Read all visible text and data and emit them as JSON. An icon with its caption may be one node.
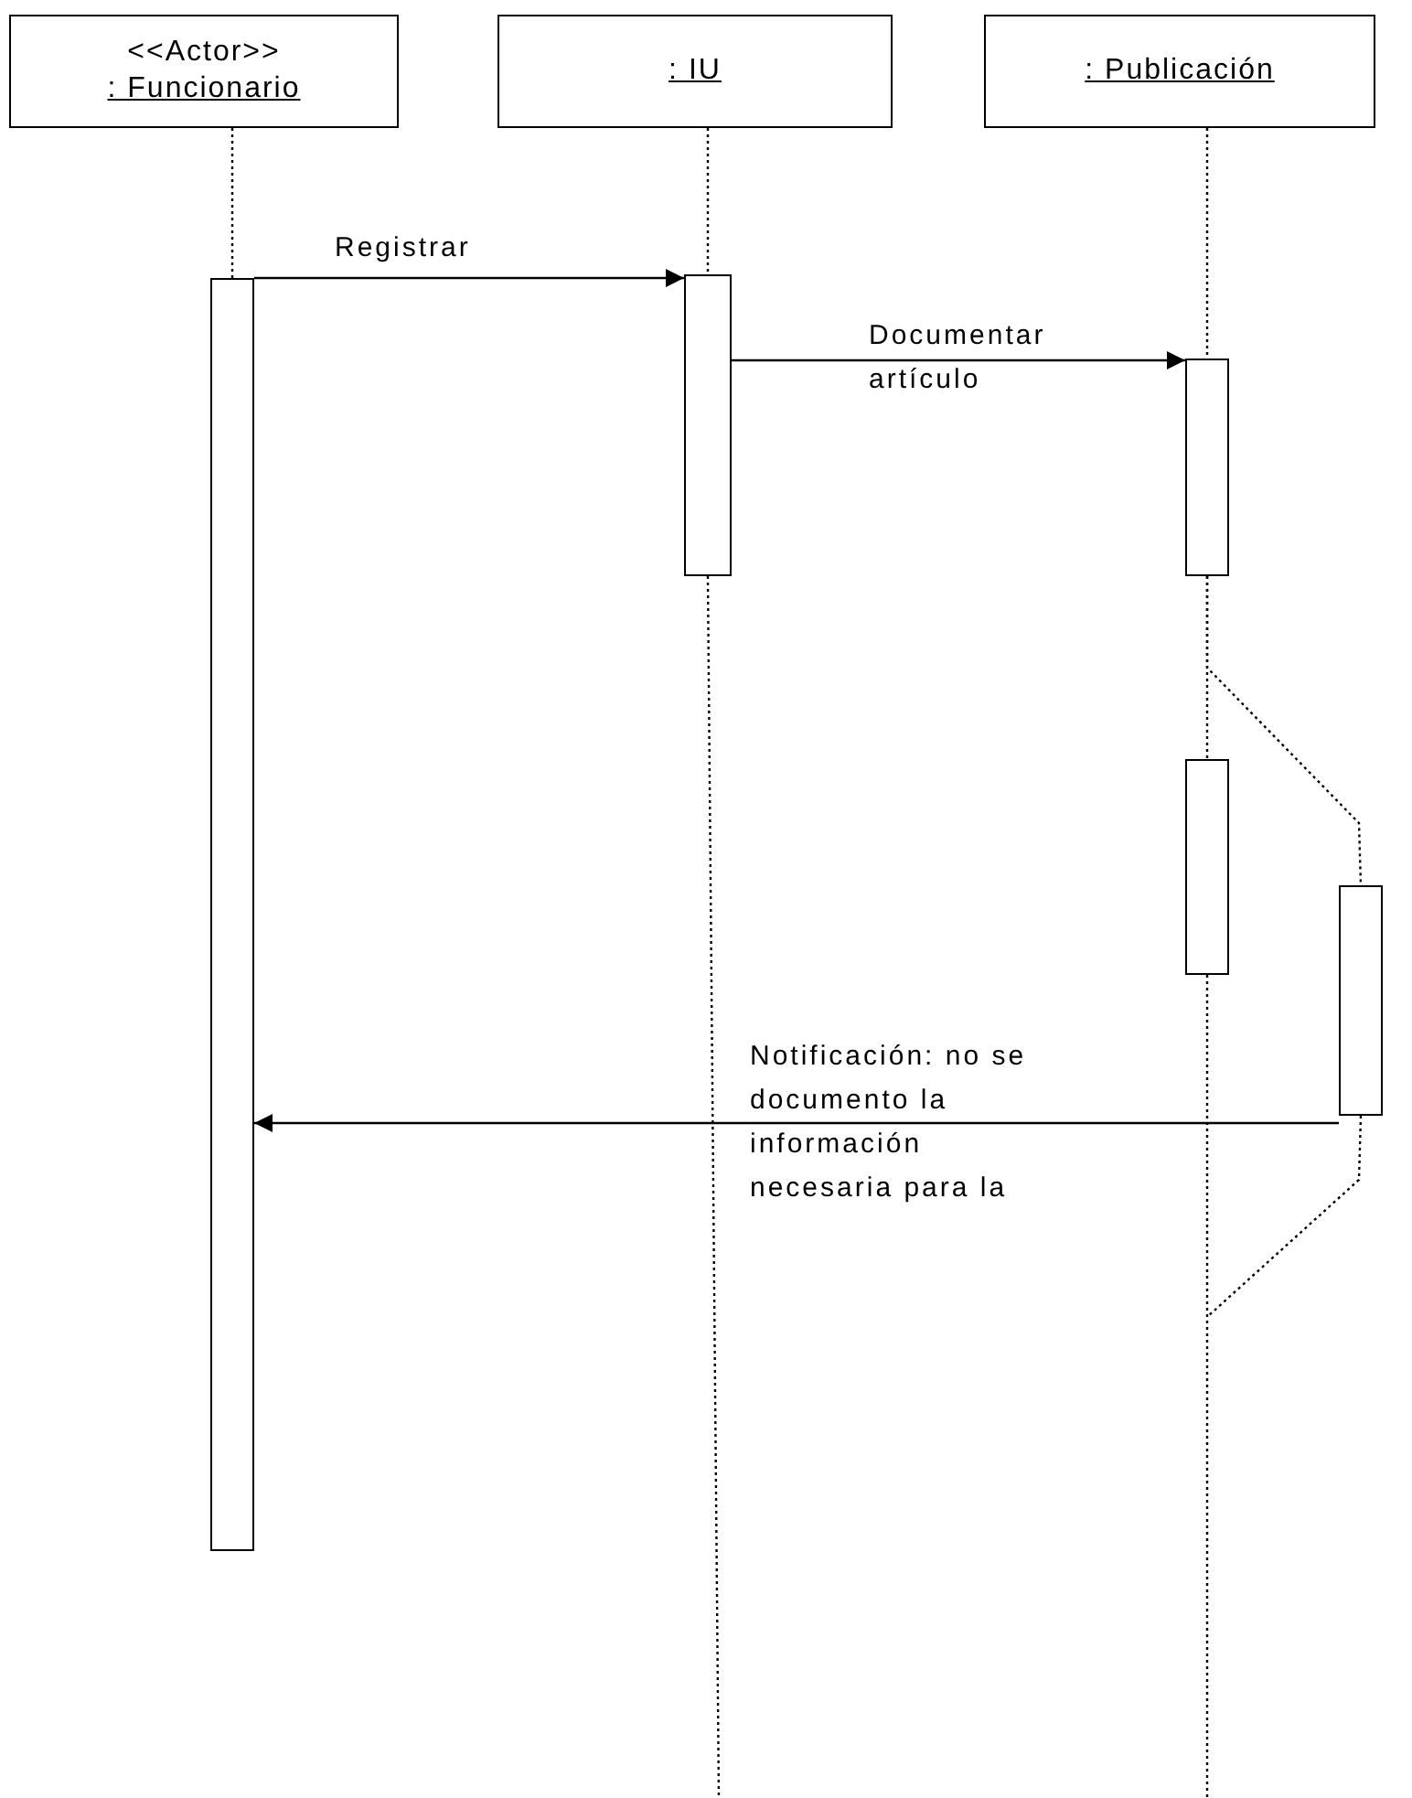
{
  "diagram": {
    "nodes": [
      {
        "text": [
          "<<Actor>>",
          ": Funcionario"
        ]
      },
      {
        "text": [
          ": IU"
        ]
      },
      {
        "text": [
          ": Publicación"
        ]
      },
      {
        "text": [],
        "shape": "bar"
      },
      {
        "text": [],
        "shape": "bar"
      },
      {
        "text": [],
        "shape": "bar"
      },
      {
        "text": [],
        "shape": "bar"
      },
      {
        "text": [],
        "shape": "bar"
      }
    ],
    "edges": [
      {
        "from": 0,
        "to": 3,
        "arrow": "none",
        "style": "dashed"
      },
      {
        "from": 1,
        "to": 4,
        "arrow": "none",
        "style": "dashed"
      },
      {
        "from": 4,
        "to": null,
        "arrow": "none",
        "style": "dashed"
      },
      {
        "from": 2,
        "to": 5,
        "arrow": "none",
        "style": "dashed"
      },
      {
        "from": 5,
        "to": 6,
        "arrow": "none",
        "style": "dashed"
      },
      {
        "from": 6,
        "to": null,
        "arrow": "none",
        "style": "dashed"
      },
      {
        "from": 5,
        "to": 7,
        "arrow": "none",
        "style": "dashed"
      },
      {
        "from": 7,
        "to": null,
        "arrow": "none",
        "style": "dashed"
      },
      {
        "from": 3,
        "to": 4,
        "arrow": "to",
        "label": "Registrar"
      },
      {
        "from": 4,
        "to": 5,
        "arrow": "to",
        "label": "Documentar artículo"
      },
      {
        "from": 7,
        "to": 3,
        "arrow": "to",
        "label": "Notificación: no se documento la información necesaria para la"
      }
    ]
  }
}
